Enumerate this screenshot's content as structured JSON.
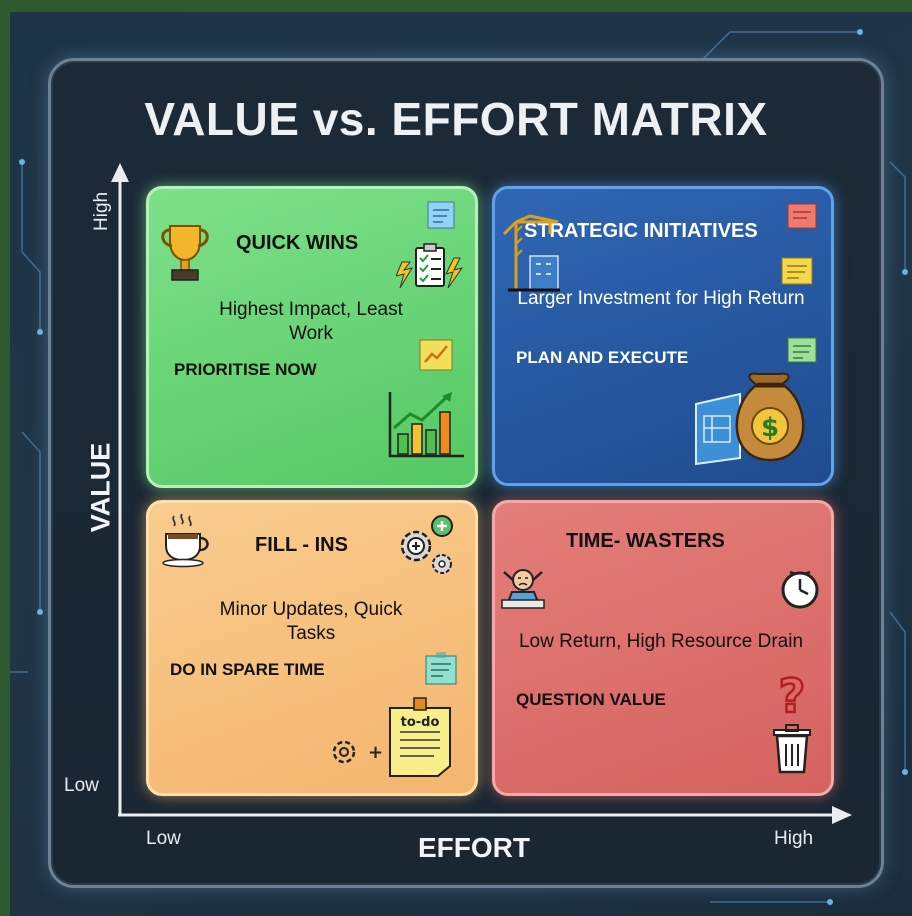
{
  "title": "VALUE vs. EFFORT MATRIX",
  "axes": {
    "y_title": "VALUE",
    "y_high": "High",
    "y_low": "Low",
    "x_title": "EFFORT",
    "x_low": "Low",
    "x_high": "High"
  },
  "quadrants": {
    "quick_wins": {
      "title": "QUICK WINS",
      "description": "Highest Impact, Least Work",
      "action": "PRIORITISE NOW",
      "color": "#6bd679"
    },
    "strategic": {
      "title": "STRATEGIC INITIATIVES",
      "description": "Larger Investment for High Return",
      "action": "PLAN AND EXECUTE",
      "color": "#2a5da6"
    },
    "fill_ins": {
      "title": "FILL - INS",
      "description": "Minor Updates, Quick Tasks",
      "action": "DO IN SPARE TIME",
      "color": "#f7c27f"
    },
    "time_wasters": {
      "title": "TIME- WASTERS",
      "description": "Low Return, High Resource Drain",
      "action": "QUESTION VALUE",
      "color": "#dd6f6b"
    }
  },
  "icons": {
    "todo_text": "to-do",
    "plus": "+",
    "question": "?",
    "dollar": "$"
  }
}
